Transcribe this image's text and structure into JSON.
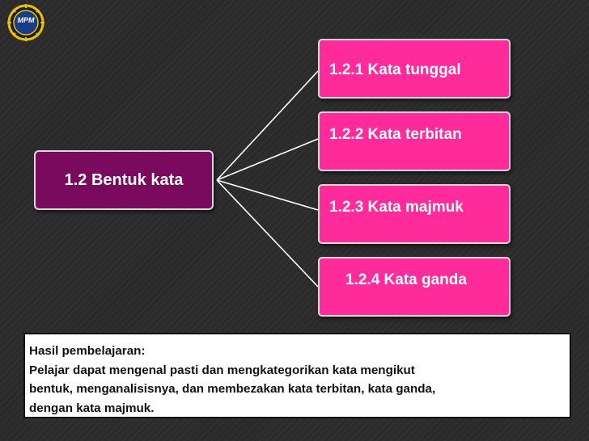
{
  "logo": {
    "text": "MPM",
    "icon": "mpm-emblem-icon"
  },
  "diagram": {
    "root": {
      "label": "1.2  Bentuk kata"
    },
    "children": [
      {
        "label": "1.2.1  Kata tunggal"
      },
      {
        "label": "1.2.2  Kata terbitan"
      },
      {
        "label": "1.2.3  Kata majmuk"
      },
      {
        "label": "1.2.4  Kata ganda"
      }
    ]
  },
  "outcome": {
    "heading": "Hasil pembelajaran:",
    "lines": [
      "Pelajar dapat mengenal pasti dan mengkategorikan kata mengikut",
      "bentuk, menganalisisnya, dan membezakan kata terbitan, kata ganda,",
      "dengan kata majmuk."
    ]
  },
  "colors": {
    "background": "#2b2b2b",
    "root_fill": "#7a0a5e",
    "child_fill": "#ff2b9a",
    "border": "#d9d9d9"
  }
}
